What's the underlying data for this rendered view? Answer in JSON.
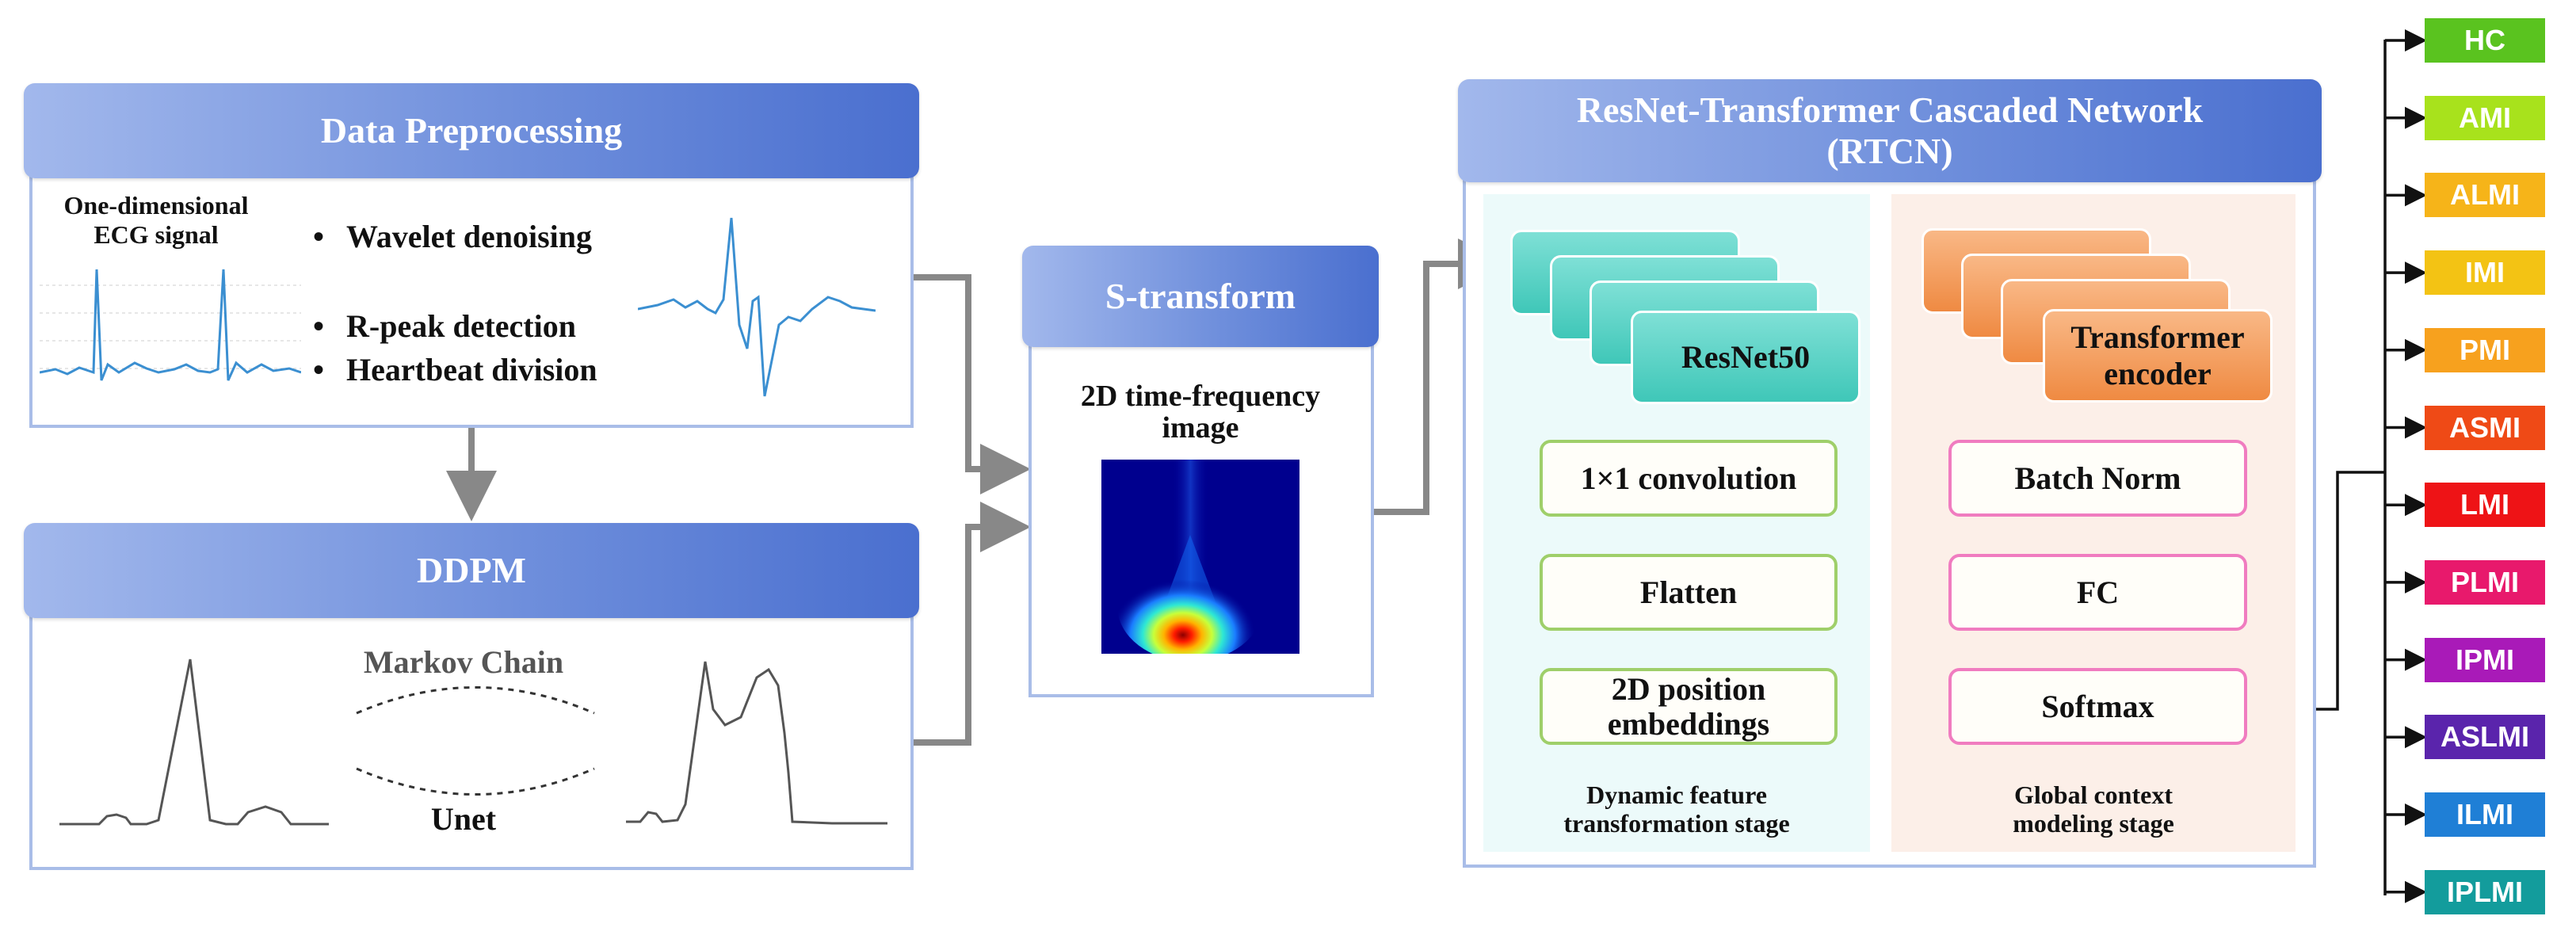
{
  "preprocessing": {
    "title": "Data Preprocessing",
    "signal_label_1": "One-dimensional",
    "signal_label_2": "ECG signal",
    "steps": [
      "Wavelet denoising",
      "R-peak detection",
      "Heartbeat division"
    ]
  },
  "ddpm": {
    "title": "DDPM",
    "markov_label": "Markov Chain",
    "unet_label": "Unet"
  },
  "stransform": {
    "title": "S-transform",
    "image_label_1": "2D time-frequency",
    "image_label_2": "image"
  },
  "rtcn": {
    "title_line1": "ResNet-Transformer Cascaded Network",
    "title_line2": "(RTCN)",
    "left_stage": {
      "card": "ResNet50",
      "boxes": [
        "1×1 convolution",
        "Flatten",
        "2D position embeddings"
      ],
      "caption_1": "Dynamic feature",
      "caption_2": "transformation stage"
    },
    "right_stage": {
      "card_1": "Transformer",
      "card_2": "encoder",
      "boxes": [
        "Batch Norm",
        "FC",
        "Softmax"
      ],
      "caption_1": "Global context",
      "caption_2": "modeling stage"
    }
  },
  "classes": [
    {
      "label": "HC",
      "color": "#5ac31f"
    },
    {
      "label": "AMI",
      "color": "#a8e21c"
    },
    {
      "label": "ALMI",
      "color": "#f6b419"
    },
    {
      "label": "IMI",
      "color": "#f3c314"
    },
    {
      "label": "PMI",
      "color": "#f7a11e"
    },
    {
      "label": "ASMI",
      "color": "#ef4a16"
    },
    {
      "label": "LMI",
      "color": "#ee1316"
    },
    {
      "label": "PLMI",
      "color": "#e8196c"
    },
    {
      "label": "IPMI",
      "color": "#a91ab8"
    },
    {
      "label": "ASLMI",
      "color": "#5a24ac"
    },
    {
      "label": "ILMI",
      "color": "#1f7fd6"
    },
    {
      "label": "IPLMI",
      "color": "#139c9c"
    }
  ]
}
